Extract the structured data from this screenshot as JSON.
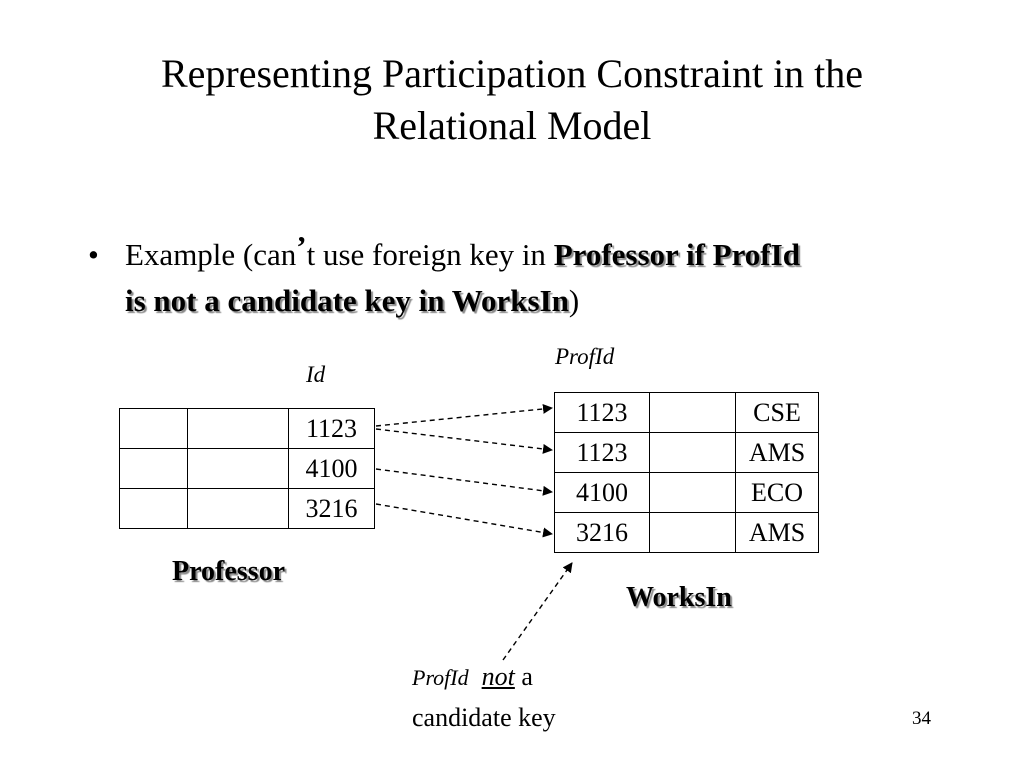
{
  "slide": {
    "title_line1": "Representing Participation Constraint  in the",
    "title_line2": "Relational Model",
    "page_number": "34"
  },
  "bullet": {
    "marker": "•",
    "prefix": "Example (can",
    "apostrophe": "’",
    "middle": "t use foreign key in ",
    "emphasis_line1": "Professor if ProfId",
    "emphasis_line2": "is not a candidate key in WorksIn",
    "suffix": ")"
  },
  "professor_table": {
    "column_label": "Id",
    "caption": "Professor",
    "rows": [
      [
        "",
        "",
        "1123"
      ],
      [
        "",
        "",
        "4100"
      ],
      [
        "",
        "",
        "3216"
      ]
    ]
  },
  "worksin_table": {
    "column_label": "ProfId",
    "caption": "WorksIn",
    "rows": [
      [
        "1123",
        "",
        "CSE"
      ],
      [
        "1123",
        "",
        "AMS"
      ],
      [
        "4100",
        "",
        "ECO"
      ],
      [
        "3216",
        "",
        "AMS"
      ]
    ]
  },
  "annotation": {
    "label_italic": "ProfId",
    "emphasis": "not",
    "rest_line1": "a",
    "line2": "candidate key"
  }
}
